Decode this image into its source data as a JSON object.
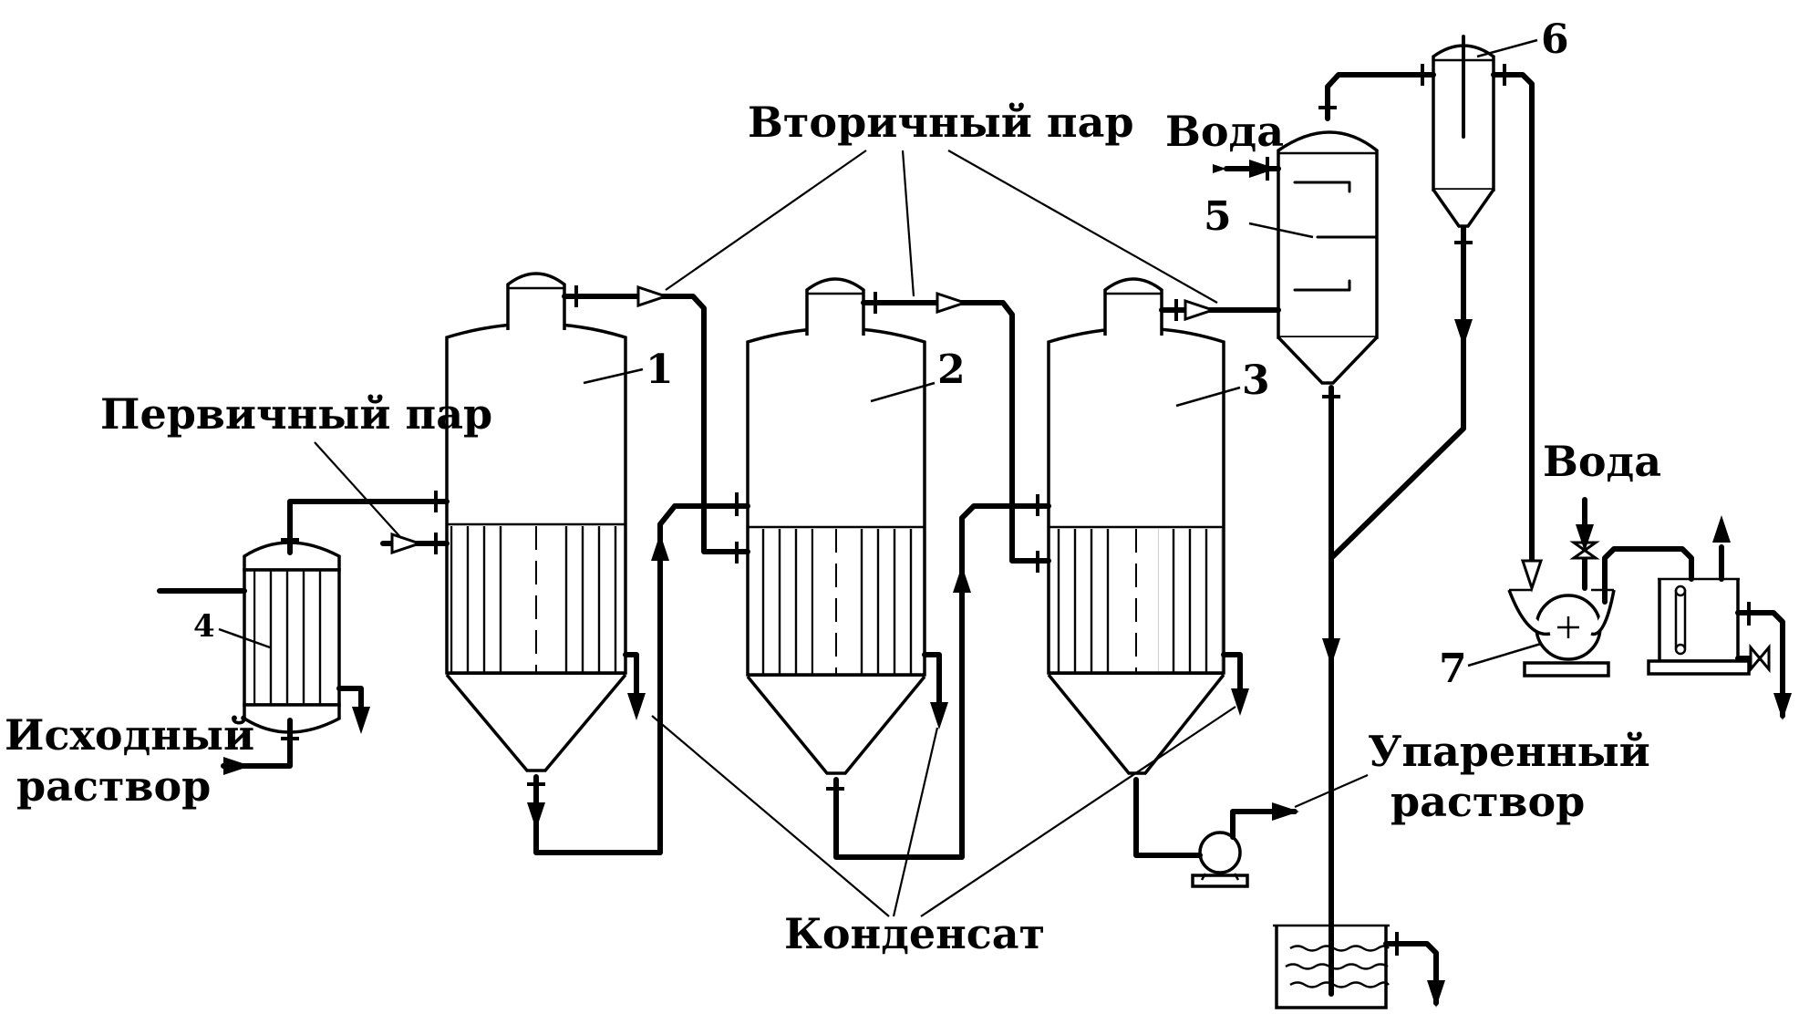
{
  "labels": {
    "secondary_steam": "Вторичный пар",
    "primary_steam": "Первичный пар",
    "water_top": "Вода",
    "water_right": "Вода",
    "initial_solution_1": "Исходный",
    "initial_solution_2": "раствор",
    "evaporated_solution_1": "Упаренный",
    "evaporated_solution_2": "раствор",
    "condensate": "Конденсат"
  },
  "equipment_numbers": {
    "evaporator_1": "1",
    "evaporator_2": "2",
    "evaporator_3": "3",
    "heater": "4",
    "condenser": "5",
    "trap": "6",
    "vacuum_pump": "7"
  }
}
